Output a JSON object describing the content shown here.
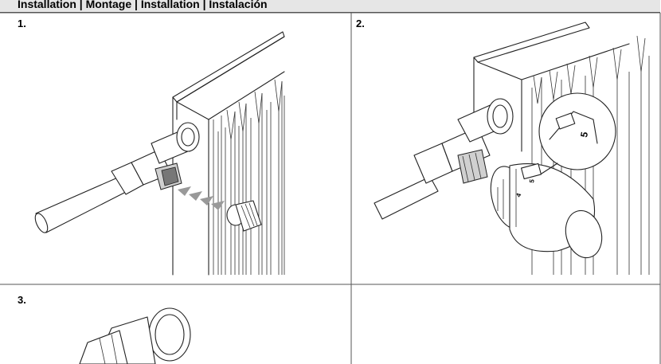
{
  "header": {
    "title": "Installation | Montage | Installation | Instalación"
  },
  "steps": [
    {
      "number": "1."
    },
    {
      "number": "2."
    },
    {
      "number": "3."
    }
  ],
  "detail": {
    "dial_number": "5"
  },
  "colors": {
    "header_bg": "#e6e6e6",
    "line": "#222222",
    "arrow": "#999999"
  },
  "icons": [
    "radiator-illustration",
    "valve-illustration",
    "thermostat-head-illustration",
    "magnifier-detail",
    "push-arrows"
  ]
}
